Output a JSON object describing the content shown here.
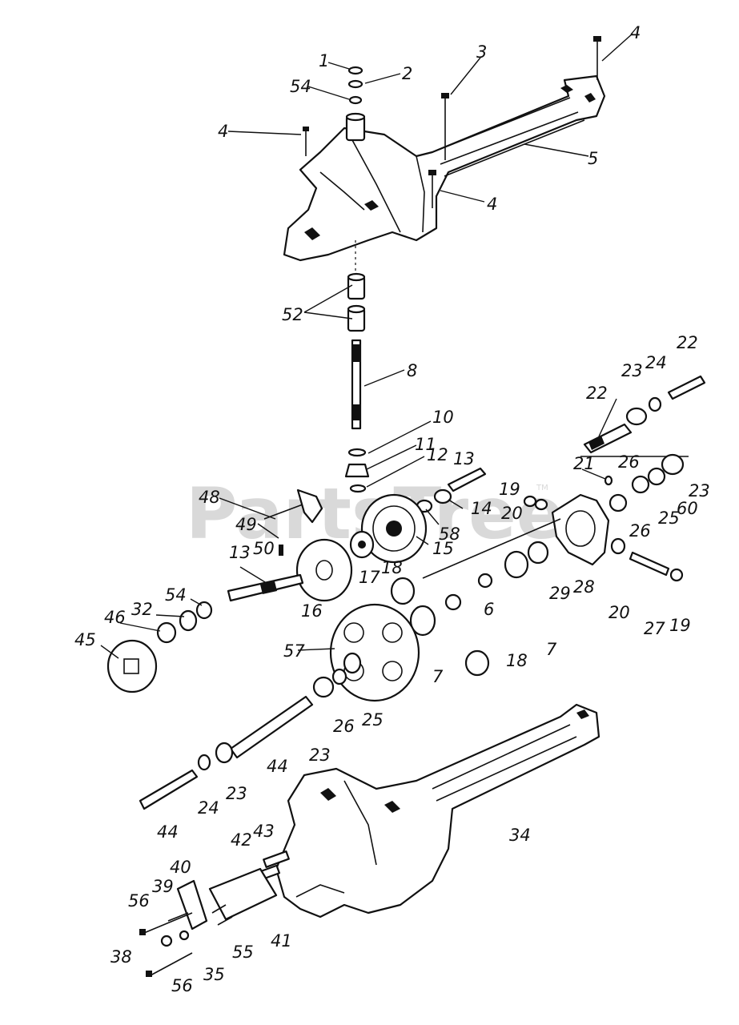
{
  "watermark": {
    "text": "PartsTree",
    "trademark": "TM"
  },
  "callouts": [
    {
      "id": "c1",
      "label": "1"
    },
    {
      "id": "c2",
      "label": "2"
    },
    {
      "id": "c3",
      "label": "3"
    },
    {
      "id": "c4a",
      "label": "4"
    },
    {
      "id": "c4b",
      "label": "4"
    },
    {
      "id": "c4c",
      "label": "4"
    },
    {
      "id": "c5",
      "label": "5"
    },
    {
      "id": "c54a",
      "label": "54"
    },
    {
      "id": "c52",
      "label": "52"
    },
    {
      "id": "c8",
      "label": "8"
    },
    {
      "id": "c10",
      "label": "10"
    },
    {
      "id": "c11",
      "label": "11"
    },
    {
      "id": "c12",
      "label": "12"
    },
    {
      "id": "c13a",
      "label": "13"
    },
    {
      "id": "c14",
      "label": "14"
    },
    {
      "id": "c58",
      "label": "58"
    },
    {
      "id": "c15",
      "label": "15"
    },
    {
      "id": "c19a",
      "label": "19"
    },
    {
      "id": "c20a",
      "label": "20"
    },
    {
      "id": "c48",
      "label": "48"
    },
    {
      "id": "c49",
      "label": "49"
    },
    {
      "id": "c50",
      "label": "50"
    },
    {
      "id": "c17",
      "label": "17"
    },
    {
      "id": "c16",
      "label": "16"
    },
    {
      "id": "c13b",
      "label": "13"
    },
    {
      "id": "c18a",
      "label": "18"
    },
    {
      "id": "c54b",
      "label": "54"
    },
    {
      "id": "c32",
      "label": "32"
    },
    {
      "id": "c46",
      "label": "46"
    },
    {
      "id": "c45",
      "label": "45"
    },
    {
      "id": "c22a",
      "label": "22"
    },
    {
      "id": "c22b",
      "label": "22"
    },
    {
      "id": "c23a",
      "label": "23"
    },
    {
      "id": "c24a",
      "label": "24"
    },
    {
      "id": "c21",
      "label": "21"
    },
    {
      "id": "c26a",
      "label": "26"
    },
    {
      "id": "c23b",
      "label": "23"
    },
    {
      "id": "c60",
      "label": "60"
    },
    {
      "id": "c25a",
      "label": "25"
    },
    {
      "id": "c26b",
      "label": "26"
    },
    {
      "id": "c28",
      "label": "28"
    },
    {
      "id": "c29",
      "label": "29"
    },
    {
      "id": "c6",
      "label": "6"
    },
    {
      "id": "c7a",
      "label": "7"
    },
    {
      "id": "c20b",
      "label": "20"
    },
    {
      "id": "c27",
      "label": "27"
    },
    {
      "id": "c19b",
      "label": "19"
    },
    {
      "id": "c18b",
      "label": "18"
    },
    {
      "id": "c7b",
      "label": "7"
    },
    {
      "id": "c57",
      "label": "57"
    },
    {
      "id": "c25b",
      "label": "25"
    },
    {
      "id": "c26c",
      "label": "26"
    },
    {
      "id": "c23c",
      "label": "23"
    },
    {
      "id": "c44a",
      "label": "44"
    },
    {
      "id": "c24b",
      "label": "24"
    },
    {
      "id": "c23d",
      "label": "23"
    },
    {
      "id": "c44b",
      "label": "44"
    },
    {
      "id": "c34",
      "label": "34"
    },
    {
      "id": "c43",
      "label": "43"
    },
    {
      "id": "c42",
      "label": "42"
    },
    {
      "id": "c40",
      "label": "40"
    },
    {
      "id": "c39",
      "label": "39"
    },
    {
      "id": "c56a",
      "label": "56"
    },
    {
      "id": "c38",
      "label": "38"
    },
    {
      "id": "c35",
      "label": "35"
    },
    {
      "id": "c55",
      "label": "55"
    },
    {
      "id": "c41",
      "label": "41"
    },
    {
      "id": "c56b",
      "label": "56"
    }
  ]
}
